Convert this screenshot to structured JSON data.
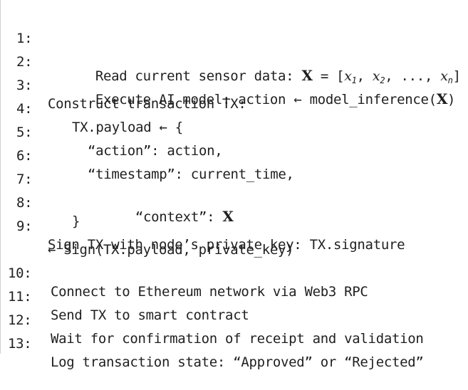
{
  "algorithm": {
    "lines": [
      {
        "num": "1:",
        "text": "Read current sensor data: ",
        "math": "X = [x1, x2, ..., xn]"
      },
      {
        "num": "2:",
        "text": "Execute AI model: action ← model_inference(",
        "math_tail": "X",
        "close": ")"
      },
      {
        "num": "3:",
        "text": "Construct transaction TX:"
      },
      {
        "num": "4:",
        "text": "TX.payload ← {"
      },
      {
        "num": "5:",
        "text": "“action”: action,"
      },
      {
        "num": "6:",
        "text": "“timestamp”: current_time,"
      },
      {
        "num": "7:",
        "text": "“context”: ",
        "math_tail": "X"
      },
      {
        "num": "8:",
        "text": "}"
      },
      {
        "num": "9:",
        "text": "Sign TX with node’s private key: TX.signature"
      },
      {
        "num": "",
        "text": "← Sign(TX.payload, private_key)"
      },
      {
        "num": "10:",
        "text": "Connect to Ethereum network via Web3 RPC"
      },
      {
        "num": "11:",
        "text": "Send TX to smart contract"
      },
      {
        "num": "12:",
        "text": "Wait for confirmation of receipt and validation"
      },
      {
        "num": "13:",
        "text": "Log transaction state: “Approved” or “Rejected”"
      }
    ]
  }
}
